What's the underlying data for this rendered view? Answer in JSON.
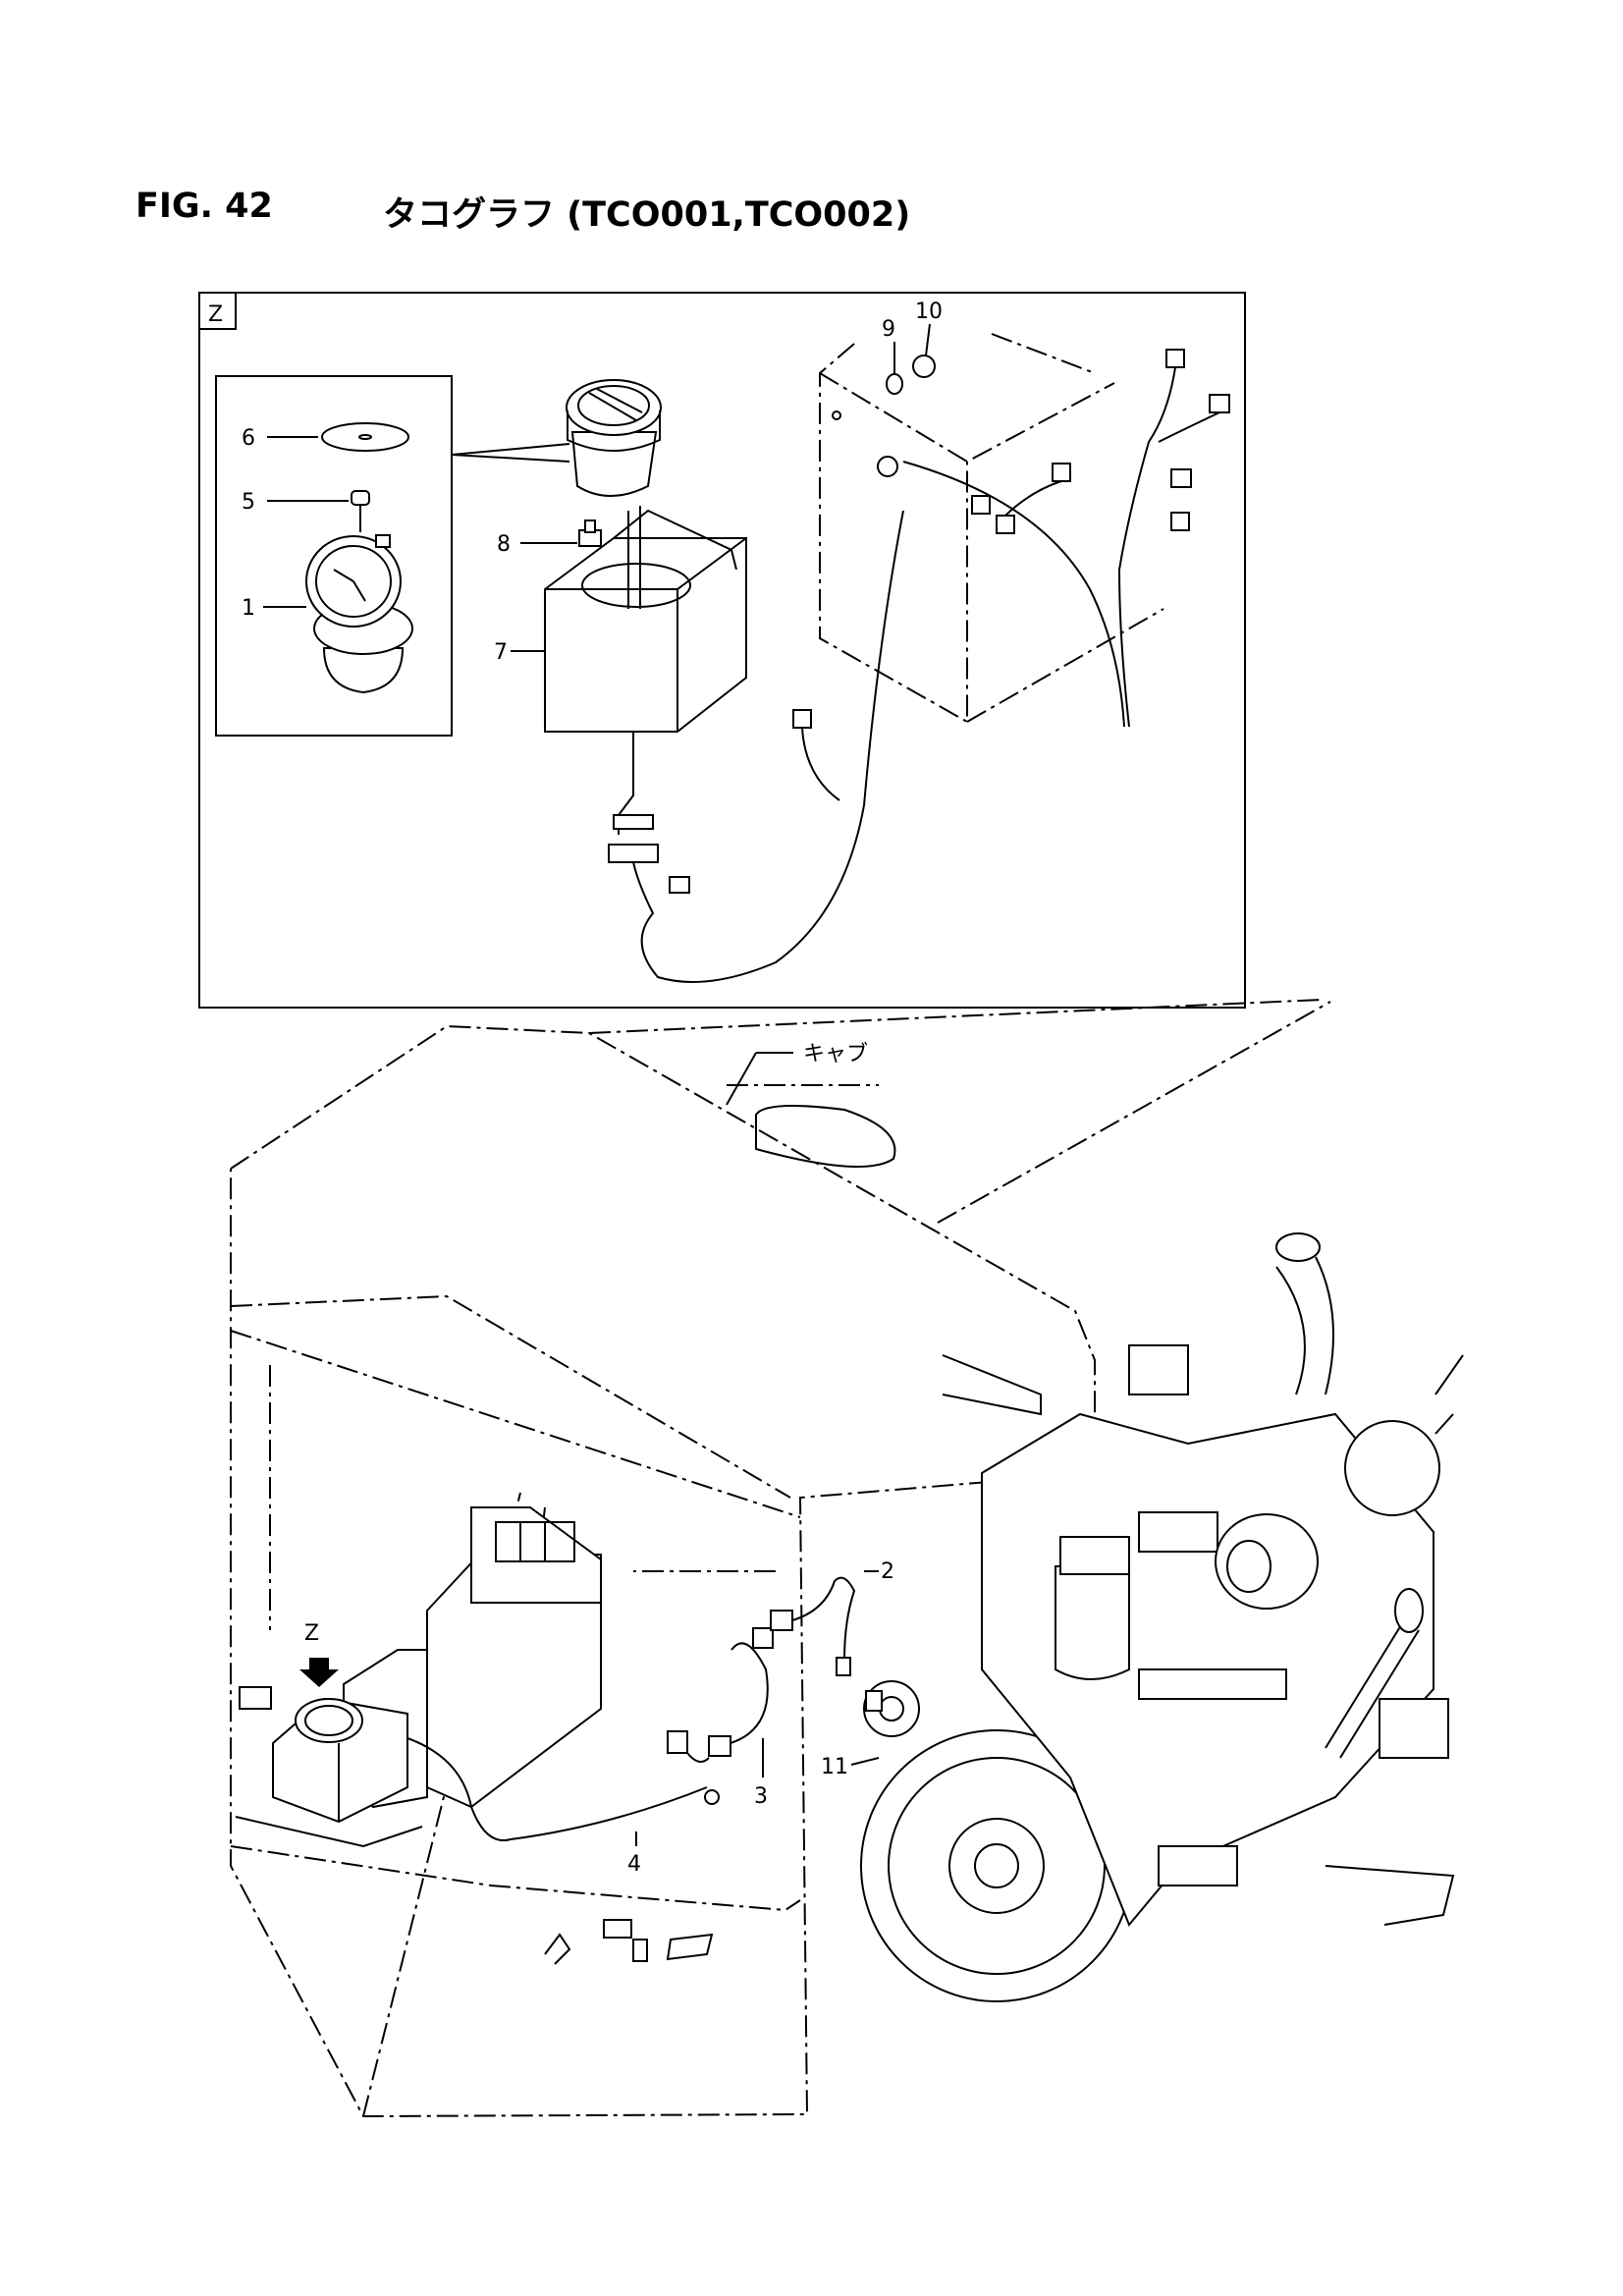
{
  "figure": {
    "number": "FIG. 42",
    "title": "タコグラフ (TCO001,TCO002)"
  },
  "detail_view": {
    "view_label": "Z",
    "callouts": [
      "1",
      "5",
      "6",
      "7",
      "8",
      "9",
      "10"
    ]
  },
  "main_view": {
    "cab_label": "キャブ",
    "view_arrow_label": "Z",
    "callouts": [
      "2",
      "3",
      "4",
      "11"
    ]
  }
}
